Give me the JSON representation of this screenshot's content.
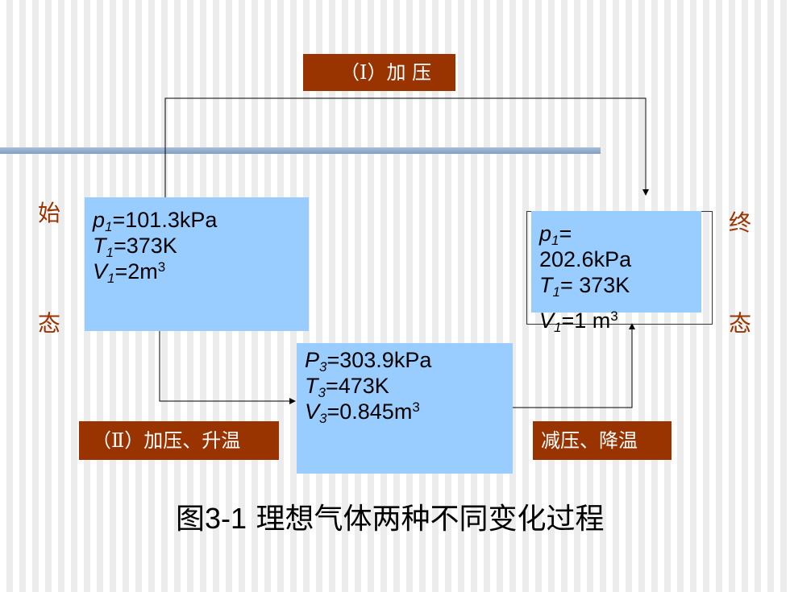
{
  "labels": {
    "process_1": "（Ⅰ）加  压",
    "process_2": "（Ⅱ）加压、升温",
    "process_3": "减压、降温"
  },
  "state_labels": {
    "initial_top": "始",
    "initial_bottom": "态",
    "final_top": "终",
    "final_bottom": "态"
  },
  "initial_state": {
    "p": {
      "sym": "p",
      "sub": "1",
      "value": "=101.3kPa"
    },
    "T": {
      "sym": "T",
      "sub": "1",
      "value": "=373K"
    },
    "V": {
      "sym": "V",
      "sub": "1",
      "value": "=2m",
      "sup": "3"
    }
  },
  "final_state": {
    "p": {
      "sym": "p",
      "sub": "1",
      "value": "="
    },
    "p_value": "202.6kPa",
    "T": {
      "sym": "T",
      "sub": "1",
      "value": "= 373K"
    },
    "V": {
      "sym": "V",
      "sub": "1",
      "value": "=1 m",
      "sup": "3"
    }
  },
  "intermediate_state": {
    "p": {
      "sym": "P",
      "sub": "3",
      "value": "=303.9kPa"
    },
    "T": {
      "sym": "T",
      "sub": "3",
      "value": "=473K"
    },
    "V": {
      "sym": "V",
      "sub": "3",
      "value": "=0.845m",
      "sup": "3"
    }
  },
  "caption": {
    "prefix": "图",
    "number": "3-1",
    "text": " 理想气体两种不同变化过程"
  },
  "colors": {
    "label_bg": "#993300",
    "box_bg": "#99ccff",
    "state_char": "#993300",
    "bar": "#8fa8cc"
  }
}
